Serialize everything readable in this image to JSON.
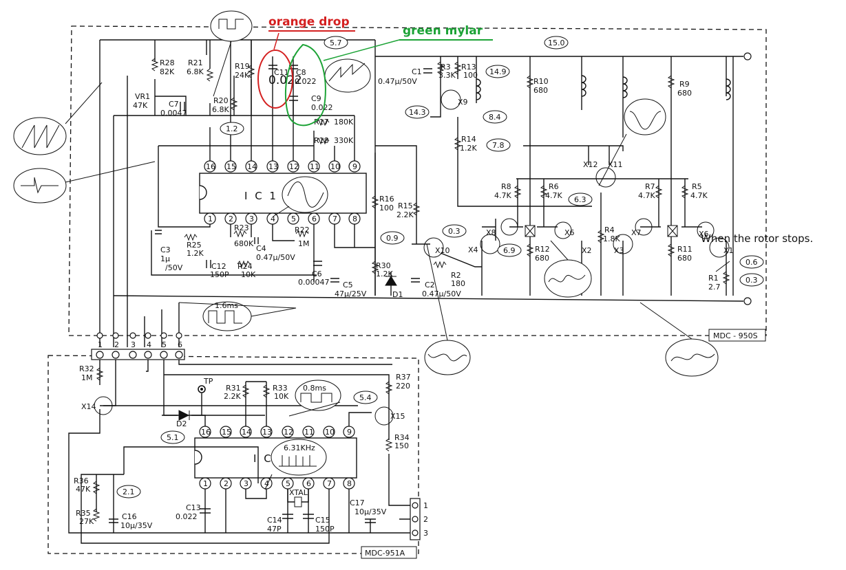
{
  "annotations": {
    "orange_drop": "orange drop",
    "green_mylar": "green mylar",
    "rotor_stops": "When the rotor stops.",
    "colors": {
      "red": "#d42020",
      "green": "#1ca336"
    }
  },
  "boards": {
    "upper": "MDC - 950S",
    "lower": "MDC-951A"
  },
  "ics": {
    "ic1": {
      "name": "I C 1",
      "top_pins": [
        "16",
        "15",
        "14",
        "13",
        "12",
        "11",
        "10",
        "9"
      ],
      "bottom_pins": [
        "1",
        "2",
        "3",
        "4",
        "5",
        "6",
        "7",
        "8"
      ]
    },
    "ic2": {
      "name": "I C 2",
      "freq": "6.31KHz",
      "top_pins": [
        "16",
        "15",
        "14",
        "13",
        "12",
        "11",
        "10",
        "9"
      ],
      "bottom_pins": [
        "1",
        "2",
        "3",
        "4",
        "5",
        "6",
        "7",
        "8"
      ]
    }
  },
  "connector_pins": [
    "1",
    "2",
    "3",
    "4",
    "5",
    "6"
  ],
  "output_pins": [
    "1",
    "2",
    "3"
  ],
  "voltages": {
    "v57": "5.7",
    "v150": "15.0",
    "v149": "14.9",
    "v143": "14.3",
    "v84": "8.4",
    "v12": "1.2",
    "v78": "7.8",
    "v63": "6.3",
    "v03a": "0.3",
    "v69": "6.9",
    "v09": "0.9",
    "v06": "0.6",
    "v03b": "0.3",
    "v51": "5.1",
    "v54": "5.4",
    "v21": "2.1"
  },
  "components": {
    "r28": "R28",
    "r28v": "82K",
    "r21": "R21",
    "r21v": "6.8K",
    "r19": "R19",
    "r19v": "24K",
    "c11": "C11",
    "c11v": "0.022",
    "c8": "C8",
    "c8v": "0.022",
    "c9": "C9",
    "c9v": "0.022",
    "vr1": "VR1",
    "vr1v": "47K",
    "c7": "C7",
    "c7v": "0.0047",
    "r20": "R20",
    "r20v": "6.8K",
    "r17": "R17",
    "r17v": "180K",
    "r18": "R18",
    "r18v": "330K",
    "c1": "C1",
    "c1v": "0.47μ/50V",
    "r3": "R3",
    "r3v": "3.3K",
    "r13": "R13",
    "r13v": "100",
    "x9": "X9",
    "r10": "R10",
    "r10v": "680",
    "r9": "R9",
    "r9v": "680",
    "r14": "R14",
    "r14v": "1.2K",
    "x12": "X12",
    "x11": "X11",
    "r8": "R8",
    "r8v": "4.7K",
    "r6": "R6",
    "r6v": "4.7K",
    "r7": "R7",
    "r7v": "4.7K",
    "r5": "R5",
    "r5v": "4.7K",
    "x8": "X8",
    "x6": "X6",
    "x7": "X7",
    "x6b": "X6",
    "x4": "X4",
    "x2": "X2",
    "x3": "X3",
    "x1": "X1",
    "r12": "R12",
    "r12v": "680",
    "r4": "R4",
    "r4v": "1.8K",
    "r11": "R11",
    "r11v": "680",
    "r1": "R1",
    "r1v": "2.7",
    "r16": "R16",
    "r16v": "100",
    "r15": "R15",
    "r15v": "2.2K",
    "x10": "X10",
    "r2": "R2",
    "r2v": "180",
    "r30": "R30",
    "r30v": "1.2K",
    "d1": "D1",
    "c2": "C2",
    "c2v": "0.47μ/50V",
    "c5": "C5",
    "c5v": "47μ/25V",
    "c3": "C3",
    "c3v1": "1μ",
    "c3v2": "/50V",
    "r25": "R25",
    "r25v": "1.2K",
    "r23": "R23",
    "r23v": "680K",
    "c4": "C4",
    "c4v": "0.47μ/50V",
    "r22": "R22",
    "r22v": "1M",
    "c12": "C12",
    "c12v": "150P",
    "r24": "R24",
    "r24v": "10K",
    "c6": "C6",
    "c6v": "0.00047",
    "r32": "R32",
    "r32v": "1M",
    "x14": "X14",
    "tp": "TP",
    "r31": "R31",
    "r31v": "2.2K",
    "r33": "R33",
    "r33v": "10K",
    "r37": "R37",
    "r37v": "220",
    "d2": "D2",
    "x15": "X15",
    "r34": "R34",
    "r34v": "150",
    "r36": "R36",
    "r36v": "47K",
    "r35": "R35",
    "r35v": "27K",
    "c16": "C16",
    "c16v": "10μ/35V",
    "c13": "C13",
    "c13v": "0.022",
    "c14": "C14",
    "c14v": "47P",
    "xtal": "XTAL",
    "c15": "C15",
    "c15v": "150P",
    "c17": "C17",
    "c17v": "10μ/35V"
  },
  "waveform_labels": {
    "t16": "1.6ms",
    "t08": "0.8ms"
  }
}
